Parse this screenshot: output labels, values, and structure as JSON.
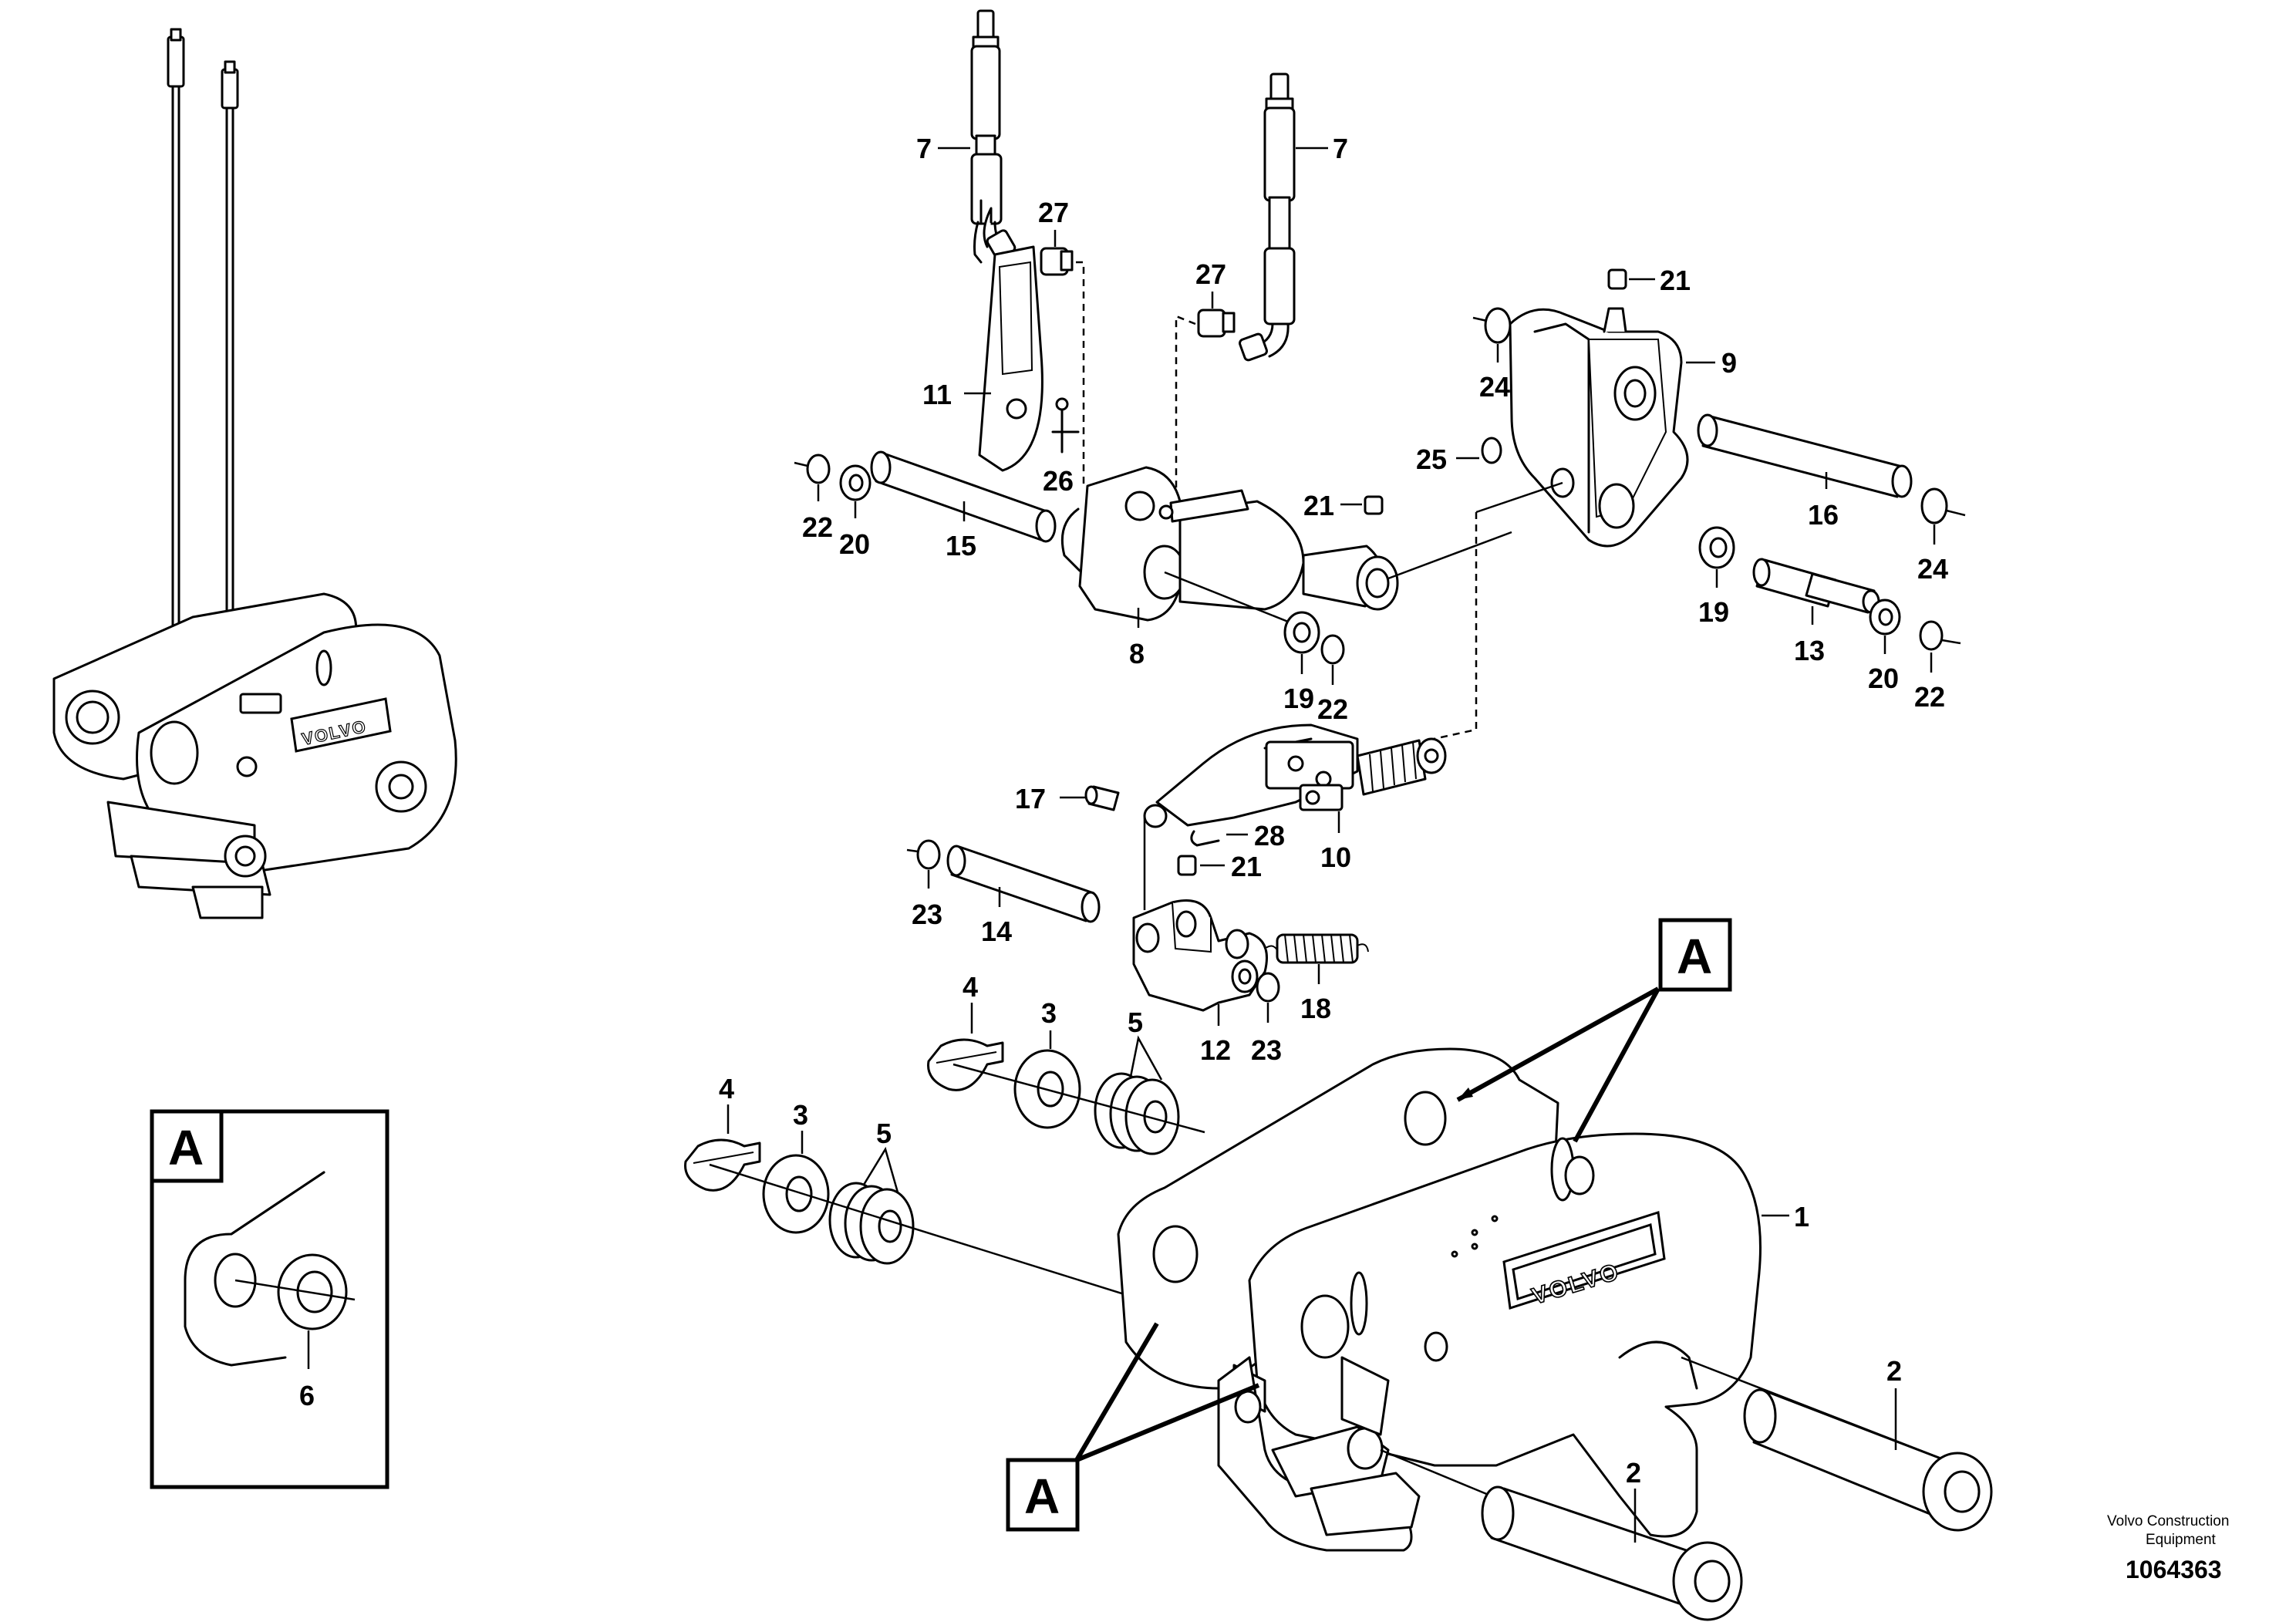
{
  "callouts": {
    "c1": "1",
    "c2a": "2",
    "c2b": "2",
    "c3a": "3",
    "c3b": "3",
    "c4a": "4",
    "c4b": "4",
    "c5a": "5",
    "c5b": "5",
    "c6": "6",
    "c7a": "7",
    "c7b": "7",
    "c8": "8",
    "c9": "9",
    "c10": "10",
    "c11": "11",
    "c12": "12",
    "c13": "13",
    "c14": "14",
    "c15": "15",
    "c16": "16",
    "c17": "17",
    "c18": "18",
    "c19a": "19",
    "c19b": "19",
    "c20a": "20",
    "c20b": "20",
    "c21a": "21",
    "c21b": "21",
    "c21c": "21",
    "c22a": "22",
    "c22b": "22",
    "c22c": "22",
    "c23a": "23",
    "c23b": "23",
    "c24a": "24",
    "c24b": "24",
    "c25": "25",
    "c26": "26",
    "c27a": "27",
    "c27b": "27",
    "c28": "28"
  },
  "view_markers": {
    "top": "A",
    "bottom": "A",
    "detail": "A"
  },
  "brand_plate": "VOLVO",
  "footer": {
    "company_line1": "Volvo Construction",
    "company_line2": "Equipment",
    "drawing_number": "1064363"
  }
}
